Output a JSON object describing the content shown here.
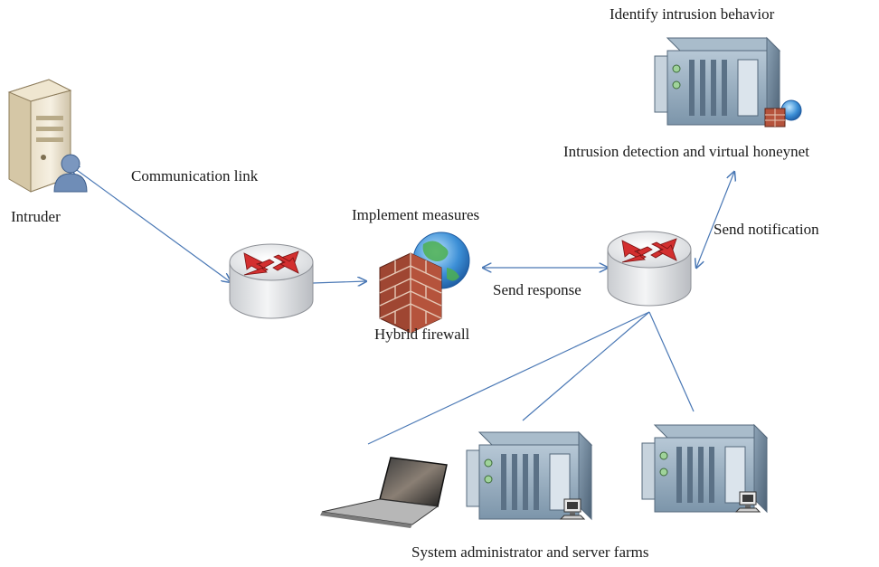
{
  "labels": {
    "intruder": "Intruder",
    "communication_link": "Communication link",
    "implement_measures": "Implement measures",
    "hybrid_firewall": "Hybrid firewall",
    "send_response": "Send response",
    "send_notification": "Send notification",
    "identify_intrusion": "Identify intrusion behavior",
    "ids_honeynet": "Intrusion detection and virtual honeynet",
    "sysadmin_farms": "System administrator and server farms"
  },
  "colors": {
    "link": "#4a78b5",
    "router": "#d8dadd",
    "router_arrows": "#c62828",
    "brick": "#b5533c",
    "server": "#6f8ba3"
  },
  "icons": [
    "intruder-workstation-icon",
    "router-icon",
    "firewall-icon",
    "globe-icon",
    "server-rack-icon",
    "laptop-icon",
    "admin-terminal-icon"
  ]
}
